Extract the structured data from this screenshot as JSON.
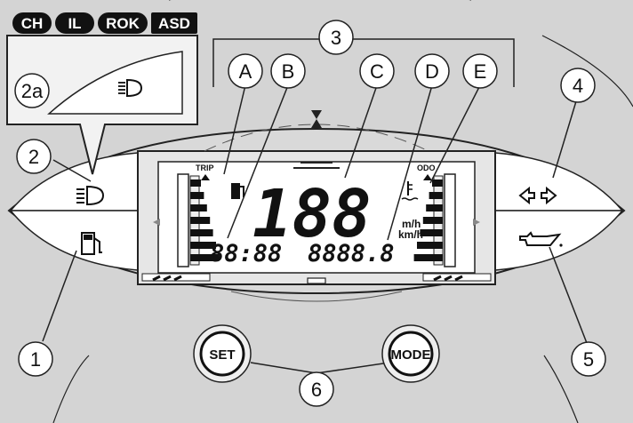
{
  "region_codes": [
    "CH",
    "IL",
    "ROK",
    "ASD"
  ],
  "callouts": {
    "c1": "1",
    "c2": "2",
    "c2a": "2a",
    "c3": "3",
    "c4": "4",
    "c5": "5",
    "c6": "6",
    "cA": "A",
    "cB": "B",
    "cC": "C",
    "cD": "D",
    "cE": "E"
  },
  "lcd": {
    "trip_label": "TRIP",
    "odo_label": "ODO",
    "speed_digits": "188",
    "clock_digits": "88:88",
    "odometer_digits": "8888.8",
    "unit_mph": "m/h",
    "unit_kmh": "km/h"
  },
  "buttons": {
    "set": "SET",
    "mode": "MODE"
  },
  "icons": [
    "high-beam-icon",
    "fuel-pump-icon",
    "turn-signal-arrows-icon",
    "oil-can-icon",
    "coolant-temperature-icon"
  ]
}
